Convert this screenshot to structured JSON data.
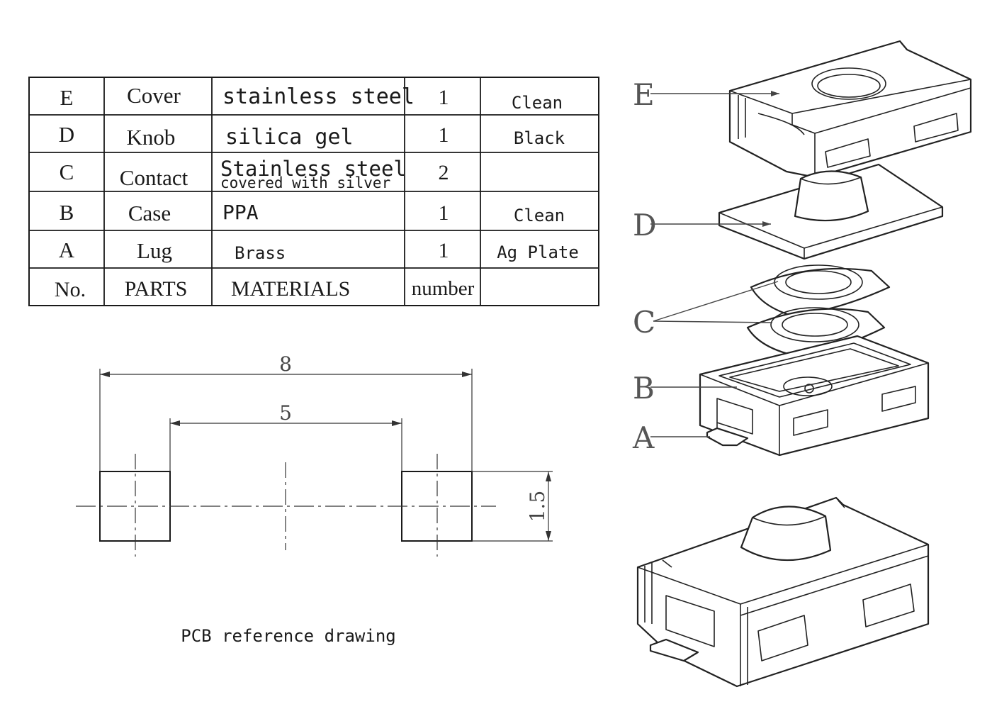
{
  "bom_table": {
    "rows": [
      {
        "no": "E",
        "part": "Cover",
        "material": "stainless steel",
        "material_sub": "",
        "number": "1",
        "note": "Clean"
      },
      {
        "no": "D",
        "part": "Knob",
        "material": "silica gel",
        "material_sub": "",
        "number": "1",
        "note": "Black"
      },
      {
        "no": "C",
        "part": "Contact",
        "material": "Stainless steel",
        "material_sub": "covered with silver",
        "number": "2",
        "note": ""
      },
      {
        "no": "B",
        "part": "Case",
        "material": "PPA",
        "material_sub": "",
        "number": "1",
        "note": "Clean"
      },
      {
        "no": "A",
        "part": "Lug",
        "material": "Brass",
        "material_sub": "",
        "number": "1",
        "note": "Ag Plate"
      }
    ],
    "header": {
      "no": "No.",
      "part": "PARTS",
      "material": "MATERIALS",
      "number": "number",
      "note": ""
    }
  },
  "pcb_drawing": {
    "dimension_overall": "8",
    "dimension_inner": "5",
    "dimension_pad_height": "1.5",
    "caption": "PCB reference drawing"
  },
  "exploded_view": {
    "labels": [
      "E",
      "D",
      "C",
      "B",
      "A"
    ]
  }
}
